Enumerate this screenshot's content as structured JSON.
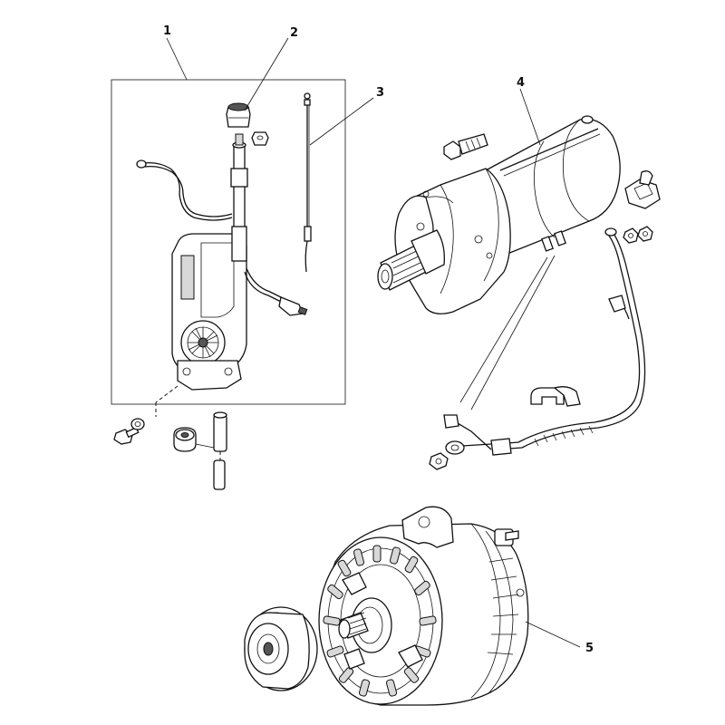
{
  "callouts": [
    {
      "id": "1",
      "label": "1"
    },
    {
      "id": "2",
      "label": "2"
    },
    {
      "id": "3",
      "label": "3"
    },
    {
      "id": "4",
      "label": "4"
    },
    {
      "id": "5",
      "label": "5"
    }
  ],
  "components": [
    "power-antenna",
    "antenna-nut",
    "antenna-mast",
    "starter-motor",
    "alternator"
  ],
  "colors": {
    "line": "#111111",
    "background": "#ffffff",
    "shade": "#d8d8d8"
  }
}
